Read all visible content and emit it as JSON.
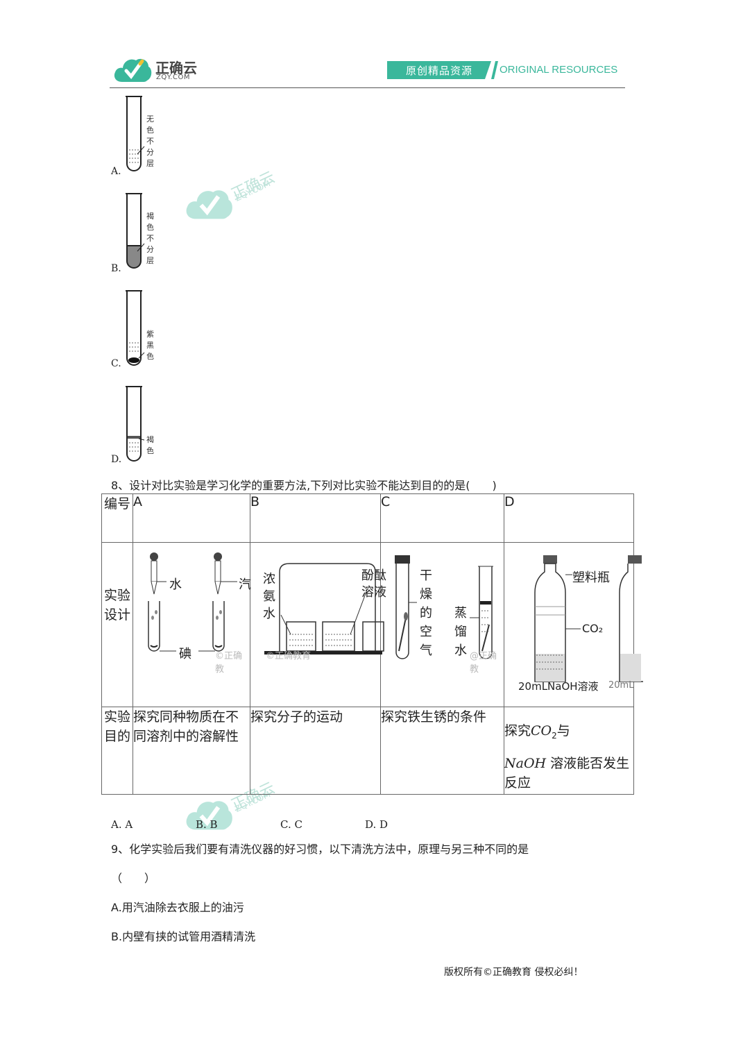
{
  "header": {
    "logo_cn": "正确云",
    "logo_en": "ZQY.COM",
    "banner_cn": "原创精品资源",
    "banner_en": "ORIGINAL RESOURCES"
  },
  "q7_options": [
    {
      "letter": "A.",
      "label": "无色不分层"
    },
    {
      "letter": "B.",
      "label": "褐色不分层"
    },
    {
      "letter": "C.",
      "label": "紫黑色"
    },
    {
      "letter": "D.",
      "label": "褐色"
    }
  ],
  "q8": {
    "stem": "8、设计对比实验是学习化学的重要方法,下列对比实验不能达到目的的是(　　)",
    "row_labels": {
      "id": "编号",
      "design": "实验设计",
      "purpose": "实验目的"
    },
    "cols": [
      "A",
      "B",
      "C",
      "D"
    ],
    "design_labels": {
      "a_water": "水",
      "a_gasoline": "汽",
      "a_iodine": "碘",
      "a_wm": "©正确教",
      "b_ammonia": "浓氨水",
      "b_phenol": "酚酞溶液",
      "b_wm": "©正确教育",
      "c_dry_air": "干燥的空气",
      "c_water": "蒸馏水",
      "c_wm": "@正确教",
      "d_bottle": "塑料瓶",
      "d_co2": "CO₂",
      "d_naoh": "20mLNaOH溶液",
      "d_naoh2": "20mL"
    },
    "purposes": [
      "探究同种物质在不同溶剂中的溶解性",
      "探究分子的运动",
      "探究铁生锈的条件",
      {
        "pre": "探究",
        "formula": "CO",
        "sub": "2",
        "post": "与",
        "line2_formula": "NaOH",
        "line2": "溶液能否发生反应"
      }
    ],
    "answers": [
      "A. A",
      "B. B",
      "C. C",
      "D. D"
    ]
  },
  "q9": {
    "stem": "9、化学实验后我们要有清洗仪器的好习惯，以下清洗方法中，原理与另三种不同的是",
    "paren": "（　　）",
    "options": [
      "A.用汽油除去衣服上的油污",
      "B.内壁有挟的试管用酒精清洗"
    ]
  },
  "footer": "版权所有©正确教育  侵权必纠！",
  "colors": {
    "accent": "#3ab79b",
    "watermark": "#cdeae2"
  }
}
